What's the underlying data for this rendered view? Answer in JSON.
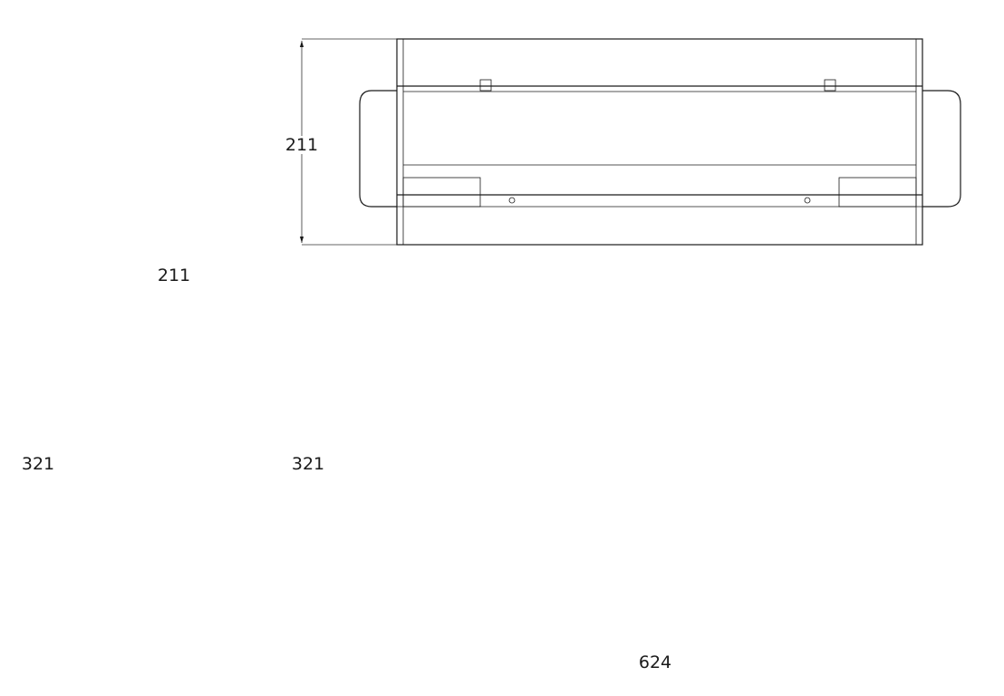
{
  "drawing": {
    "top_view": {
      "depth_label": "211"
    },
    "side_view": {
      "width_label": "211",
      "height_label": "321"
    },
    "front_view": {
      "height_label": "321",
      "width_label": "624"
    },
    "line_color": "#1a1a1a"
  }
}
